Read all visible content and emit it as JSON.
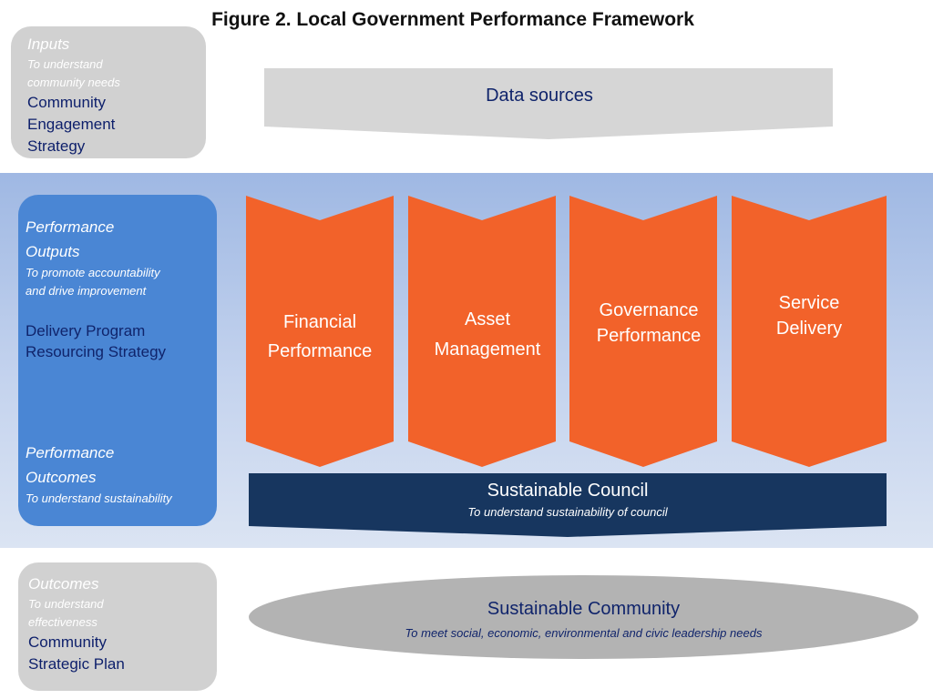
{
  "title": "Figure 2. Local Government Performance Framework",
  "colors": {
    "orange": "#f2622a",
    "navy": "#17365f",
    "grey_box": "#d1d1d1",
    "blue_box": "#4a86d4",
    "dark_blue_text": "#10246b"
  },
  "inputs": {
    "heading": "Inputs",
    "subtitle_1": "To understand",
    "subtitle_2": "community needs",
    "doc_1": "Community",
    "doc_2": "Engagement",
    "doc_3": "Strategy"
  },
  "data_sources": {
    "label": "Data sources"
  },
  "performance": {
    "outputs_heading_1": "Performance",
    "outputs_heading_2": "Outputs",
    "outputs_sub_1": "To promote accountability",
    "outputs_sub_2": "and drive improvement",
    "doc_1": "Delivery Program",
    "doc_2": "Resourcing Strategy",
    "outcomes_heading_1": "Performance",
    "outcomes_heading_2": "Outcomes",
    "outcomes_sub": "To understand sustainability"
  },
  "columns": [
    {
      "line_1": "Financial",
      "line_2": "Performance"
    },
    {
      "line_1": "Asset",
      "line_2": "Management"
    },
    {
      "line_1": "Governance",
      "line_2": "Performance"
    },
    {
      "line_1": "Service",
      "line_2": "Delivery"
    }
  ],
  "council": {
    "title": "Sustainable Council",
    "subtitle": "To understand sustainability of council"
  },
  "outcomes": {
    "heading": "Outcomes",
    "subtitle_1": "To understand",
    "subtitle_2": "effectiveness",
    "doc_1": "Community",
    "doc_2": "Strategic Plan"
  },
  "community": {
    "title": "Sustainable Community",
    "subtitle": "To meet social, economic, environmental and civic leadership needs"
  }
}
